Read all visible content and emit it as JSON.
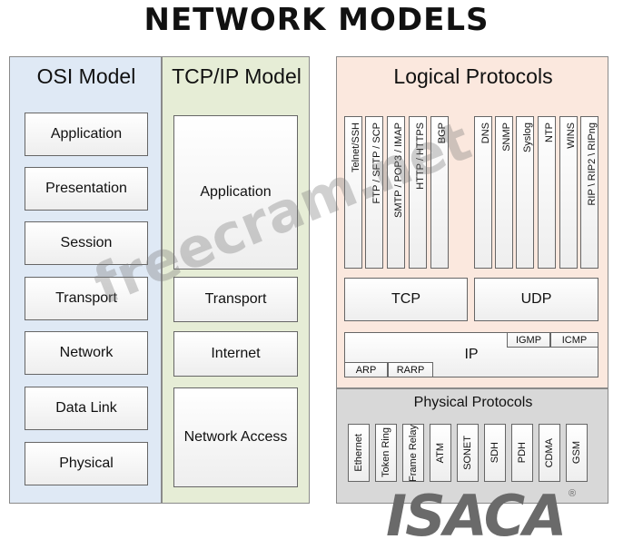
{
  "title": "NETWORK MODELS",
  "osi": {
    "header": "OSI Model",
    "layers": [
      "Application",
      "Presentation",
      "Session",
      "Transport",
      "Network",
      "Data Link",
      "Physical"
    ]
  },
  "tcpip": {
    "header": "TCP/IP Model",
    "layers": [
      "Application",
      "Transport",
      "Internet",
      "Network Access"
    ]
  },
  "logical": {
    "header": "Logical Protocols",
    "tcp_apps": [
      "Telnet/SSH",
      "FTP / SFTP / SCP",
      "SMTP / POP3 / IMAP",
      "HTTP / HTTPS",
      "BGP"
    ],
    "udp_apps": [
      "DNS",
      "SNMP",
      "Syslog",
      "NTP",
      "WINS",
      "RIP \\ RIP2 \\ RIPng"
    ],
    "tcp": "TCP",
    "udp": "UDP",
    "ip": "IP",
    "igmp": "IGMP",
    "icmp": "ICMP",
    "arp": "ARP",
    "rarp": "RARP"
  },
  "physical": {
    "header": "Physical Protocols",
    "items": [
      "Ethernet",
      "Token Ring",
      "Frame Relay",
      "ATM",
      "SONET",
      "SDH",
      "PDH",
      "CDMA",
      "GSM"
    ]
  },
  "watermark": "freecram.net",
  "logo": "ISACA",
  "logo_mark": "®",
  "colors": {
    "osi_bg": "#dfe9f5",
    "tcpip_bg": "#e6edd6",
    "logical_bg": "#fbe8de",
    "physical_bg": "#d8d8d8"
  }
}
